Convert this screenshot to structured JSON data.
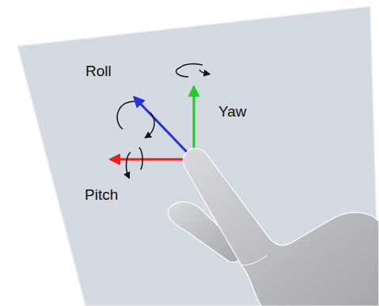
{
  "diagram": {
    "labels": [
      "Roll",
      "Yaw",
      "Pitch"
    ]
  }
}
